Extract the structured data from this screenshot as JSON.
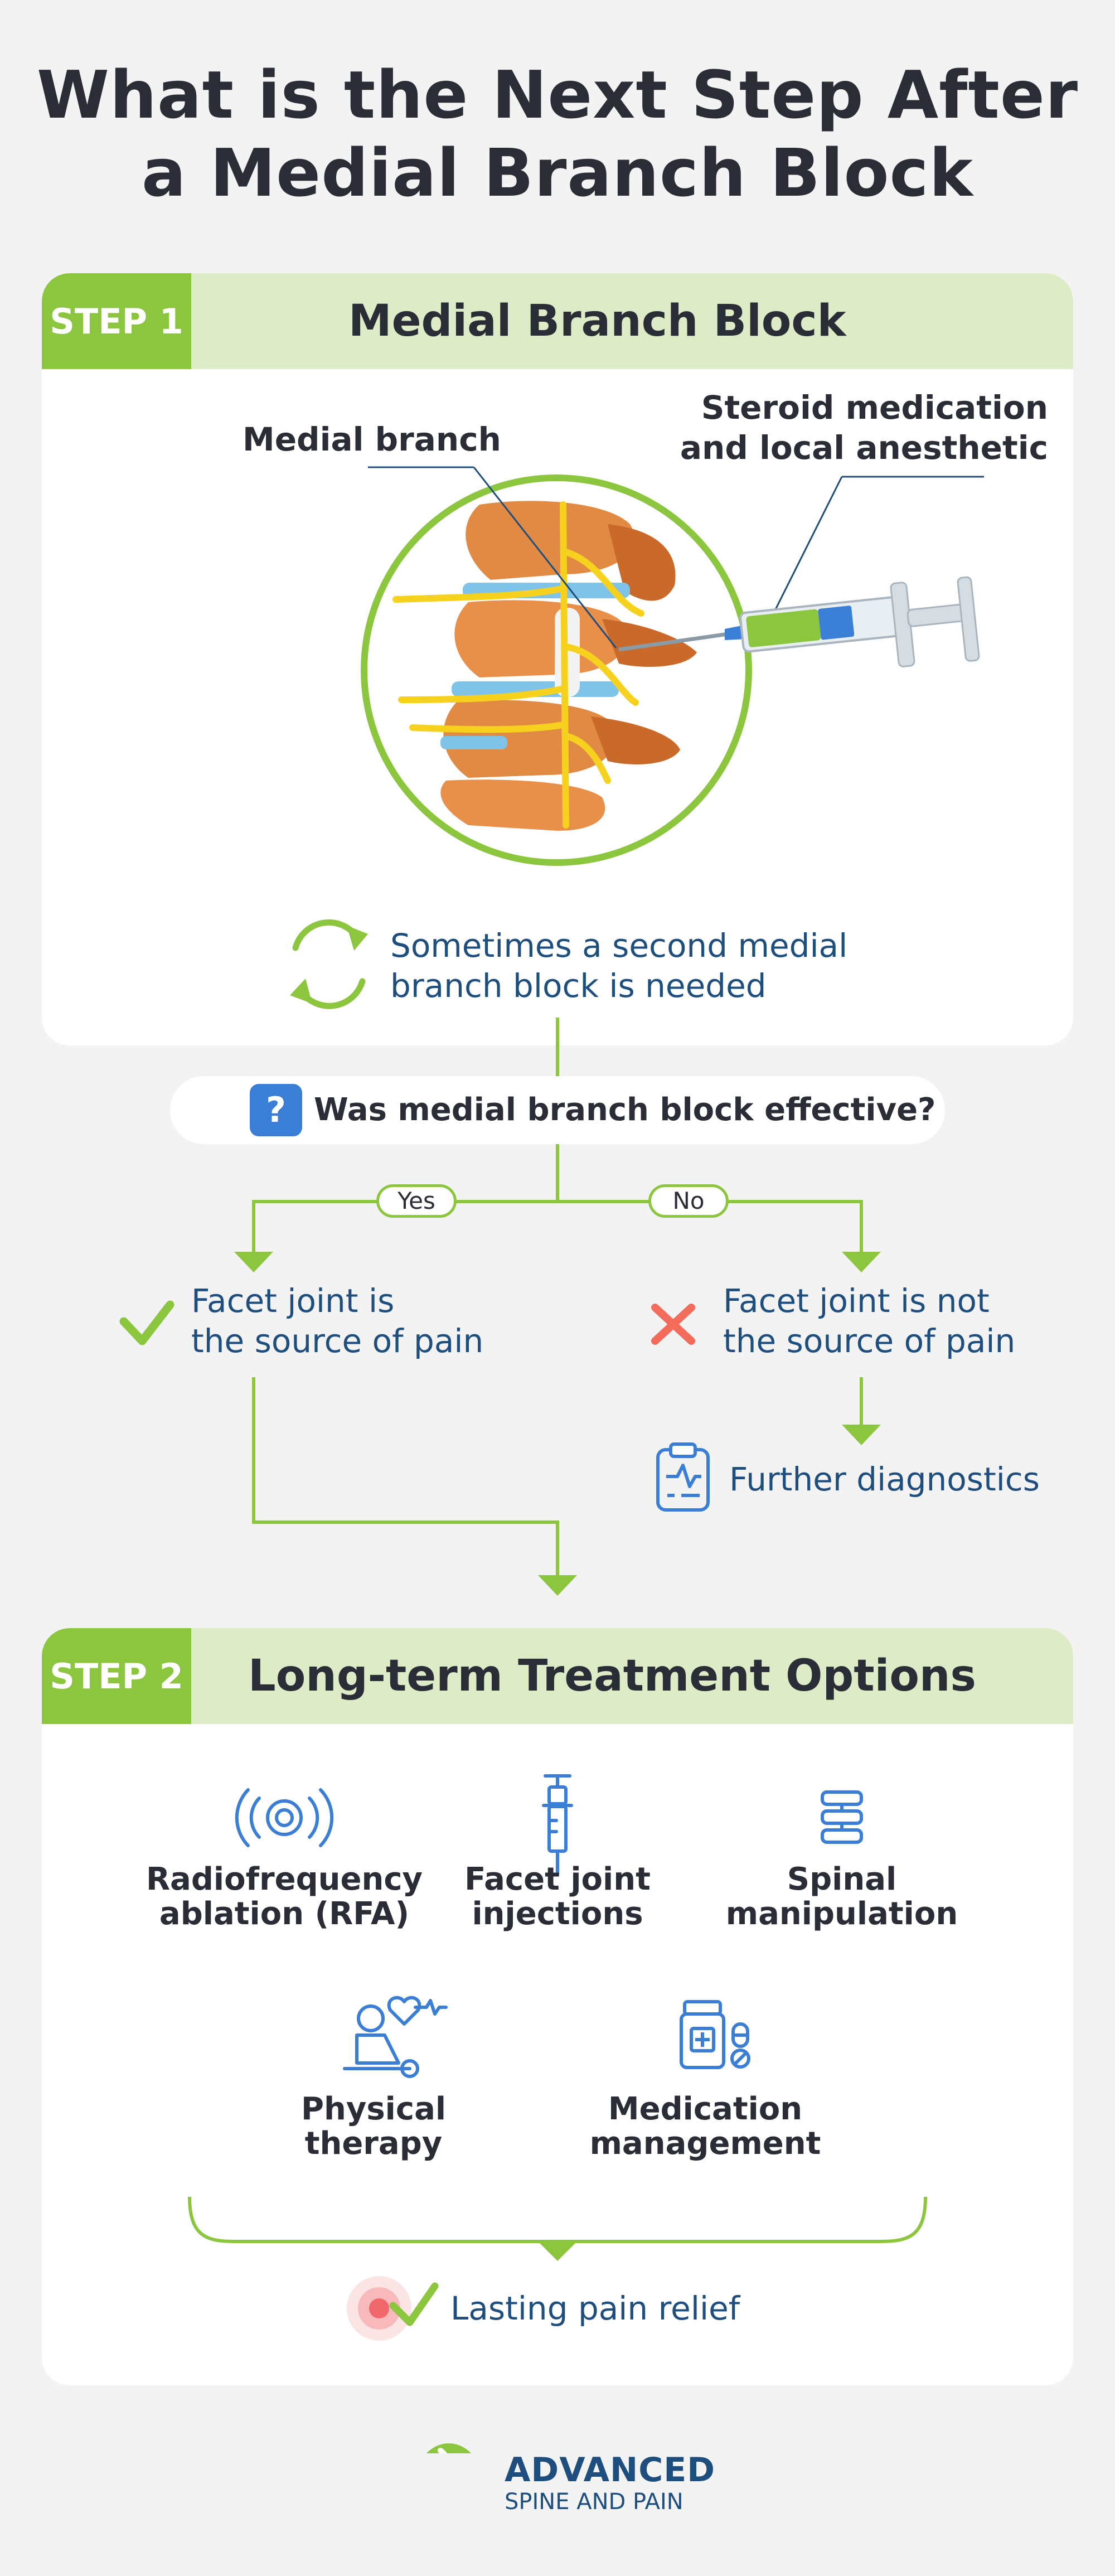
{
  "title": {
    "line1": "What is the Next Step After",
    "line2": "a Medial Branch Block"
  },
  "step1": {
    "tag": "STEP 1",
    "title": "Medial Branch Block",
    "label_medial_branch": "Medial branch",
    "label_steroid_line1": "Steroid medication",
    "label_steroid_line2": "and local anesthetic",
    "repeat_line1": "Sometimes a second medial",
    "repeat_line2": "branch block is needed"
  },
  "question": {
    "icon_text": "?",
    "text": "Was medial branch block effective?"
  },
  "branches": {
    "yes_label": "Yes",
    "no_label": "No",
    "yes_result_line1": "Facet joint is",
    "yes_result_line2": "the source of pain",
    "no_result_line1": "Facet joint is not",
    "no_result_line2": "the source of pain",
    "further": "Further diagnostics"
  },
  "step2": {
    "tag": "STEP 2",
    "title": "Long-term Treatment Options",
    "options": [
      {
        "line1": "Radiofrequency",
        "line2": "ablation (RFA)",
        "icon": "radiofrequency-icon"
      },
      {
        "line1": "Facet joint",
        "line2": "injections",
        "icon": "syringe-icon"
      },
      {
        "line1": "Spinal",
        "line2": "manipulation",
        "icon": "spine-icon"
      },
      {
        "line1": "Physical",
        "line2": "therapy",
        "icon": "physical-therapy-icon"
      },
      {
        "line1": "Medication",
        "line2": "management",
        "icon": "medication-icon"
      }
    ],
    "outcome": "Lasting pain relief"
  },
  "logo": {
    "line1": "ADVANCED",
    "line2": "SPINE AND PAIN"
  },
  "colors": {
    "accent_green": "#8cc63f",
    "band_green": "#ddebc7",
    "text_dark": "#2b2d36",
    "text_blue": "#1d4e7e",
    "icon_blue": "#3a7fd5",
    "cross_red": "#f26b5b"
  }
}
